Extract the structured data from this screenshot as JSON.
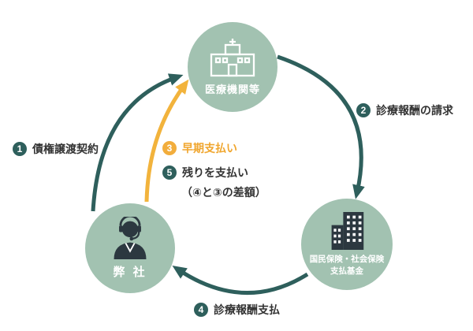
{
  "diagram": {
    "nodes": {
      "medical": {
        "label": "医療機関等"
      },
      "insurance": {
        "label_line1": "国民保険・社会保険",
        "label_line2": "支払基金"
      },
      "company": {
        "label": "弊 社"
      }
    },
    "steps": {
      "step1": {
        "num": "1",
        "label": "債権譲渡契約"
      },
      "step2": {
        "num": "2",
        "label": "診療報酬の請求"
      },
      "step3": {
        "num": "3",
        "label": "早期支払い"
      },
      "step4": {
        "num": "4",
        "label": "診療報酬支払"
      },
      "step5": {
        "num": "5",
        "label": "残りを支払い",
        "label_sub": "（④と③の差額）"
      }
    },
    "colors": {
      "node_green": "#a2c2b1",
      "arrow_teal": "#2e5f5c",
      "arrow_orange": "#f2b33c",
      "step_text": "#333333",
      "icon_dark": "#2c3840"
    }
  }
}
